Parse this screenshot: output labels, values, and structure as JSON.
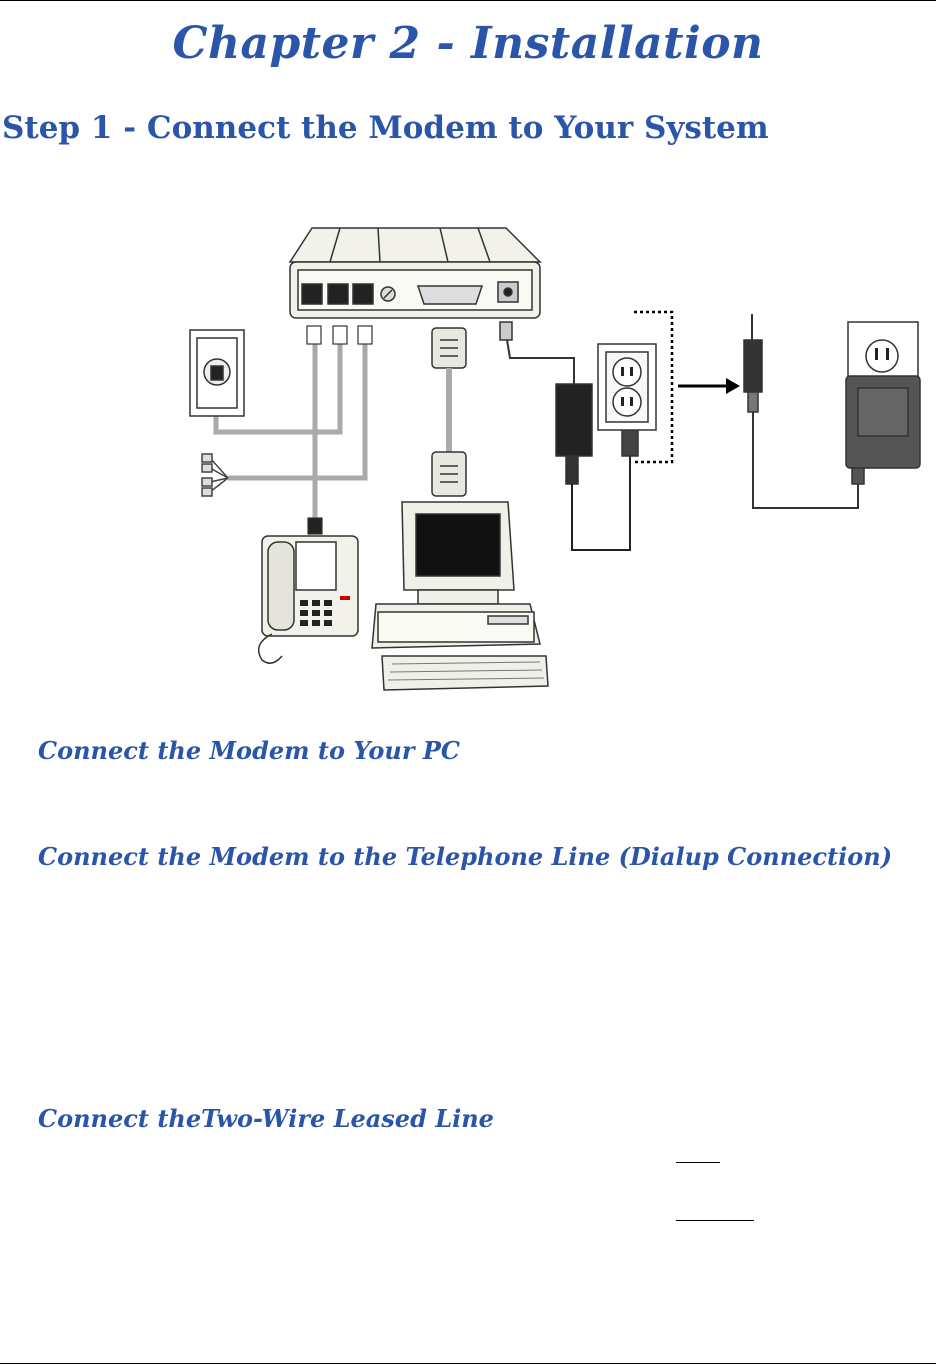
{
  "page": {
    "chapter_title": "Chapter 2 - Installation",
    "step_title": "Step 1 - Connect the Modem to Your System"
  },
  "sections": [
    {
      "id": "pc",
      "heading": "Connect the Modem to Your PC"
    },
    {
      "id": "telephone",
      "heading": "Connect the Modem to the Telephone Line (Dialup Connection)"
    },
    {
      "id": "leased",
      "heading": "Connect theTwo-Wire Leased Line"
    }
  ],
  "colors": {
    "heading": "#2a55a8"
  },
  "diagram": {
    "components": [
      "modem",
      "wall-phone-jack",
      "leased-line-wires",
      "telephone",
      "db25-cable",
      "computer",
      "power-adapter",
      "ac-outlet",
      "plug-in-adapter"
    ]
  }
}
